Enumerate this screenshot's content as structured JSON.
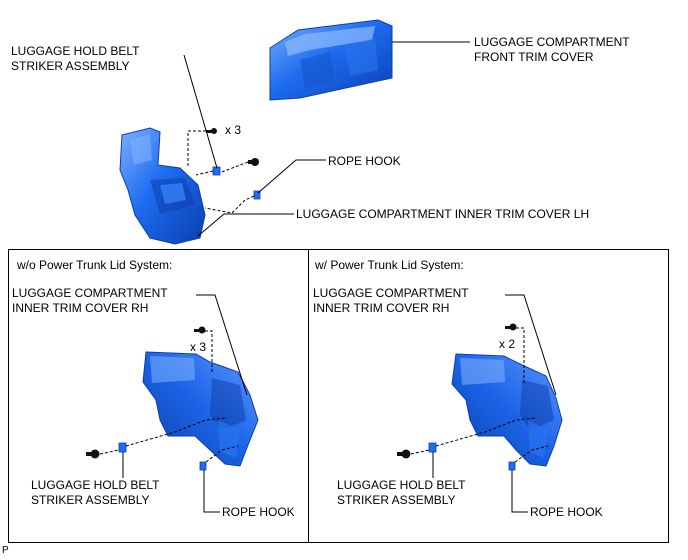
{
  "labels": {
    "front_trim_cover": "LUGGAGE COMPARTMENT\nFRONT TRIM COVER",
    "striker_top": "LUGGAGE HOLD BELT\nSTRIKER ASSEMBLY",
    "qty_top": "x 3",
    "rope_hook_top": "ROPE HOOK",
    "inner_trim_lh": "LUGGAGE COMPARTMENT INNER TRIM COVER LH",
    "variant_left_title": "w/o Power Trunk Lid System:",
    "variant_right_title": "w/ Power Trunk Lid System:",
    "inner_trim_rh_left": "LUGGAGE COMPARTMENT\nINNER TRIM COVER RH",
    "inner_trim_rh_right": "LUGGAGE COMPARTMENT\nINNER TRIM COVER RH",
    "qty_left": "x 3",
    "qty_right": "x 2",
    "striker_left": "LUGGAGE HOLD BELT\nSTRIKER ASSEMBLY",
    "striker_right": "LUGGAGE HOLD BELT\nSTRIKER ASSEMBLY",
    "rope_hook_left": "ROPE HOOK",
    "rope_hook_right": "ROPE HOOK",
    "page_code": "P"
  },
  "colors": {
    "part_blue": "#1e6cf0",
    "part_dark": "#0a3fb0",
    "part_light": "#6fa3ff",
    "line": "#000000"
  }
}
